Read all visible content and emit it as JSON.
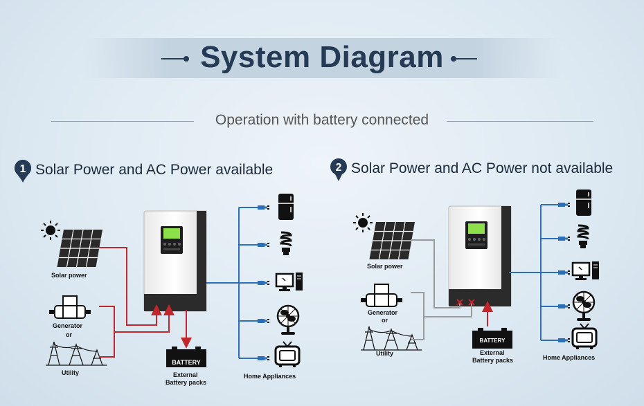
{
  "title": "System Diagram",
  "subtitle": "Operation with battery connected",
  "left": {
    "number": "1",
    "heading": "Solar Power and AC Power available",
    "solar_label": "Solar power",
    "generator_label": "Generator",
    "or_label": "or",
    "utility_label": "Utility",
    "battery_text": "BATTERY",
    "battery_label_1": "External",
    "battery_label_2": "Battery packs",
    "appliances_label": "Home Appliances"
  },
  "right": {
    "number": "2",
    "heading": "Solar Power and AC Power not available",
    "solar_label": "Solar power",
    "generator_label": "Generator",
    "or_label": "or",
    "utility_label": "Utility",
    "battery_text": "BATTERY",
    "battery_label_1": "External",
    "battery_label_2": "Battery packs",
    "appliances_label": "Home Appliances"
  },
  "colors": {
    "ac_line": "#c0262c",
    "load_line": "#2c6fb7",
    "off_line": "#9a9a9a",
    "title": "#243a55"
  }
}
